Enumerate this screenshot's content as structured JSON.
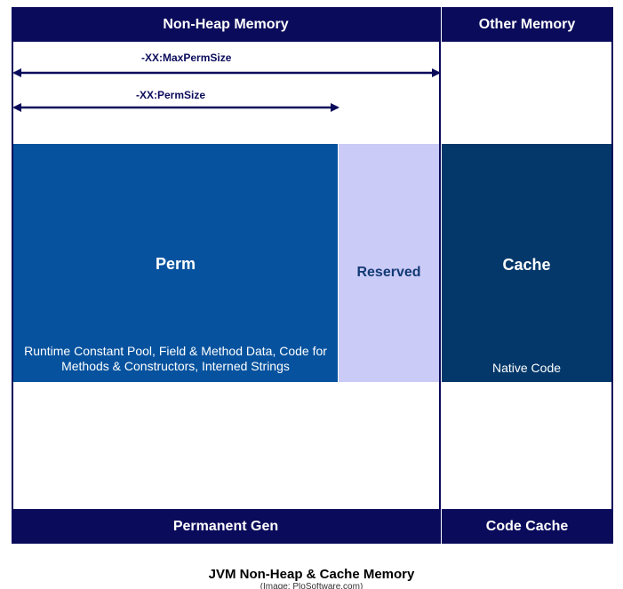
{
  "headers": {
    "non_heap": "Non-Heap Memory",
    "other": "Other Memory"
  },
  "arrows": {
    "max_perm_size": "-XX:MaxPermSize",
    "perm_size": "-XX:PermSize"
  },
  "blocks": {
    "perm": {
      "title": "Perm",
      "description": "Runtime Constant Pool, Field & Method Data, Code for Methods & Constructors, Interned Strings",
      "color": "#06529e"
    },
    "reserved": {
      "title": "Reserved",
      "color": "#cbcbf7",
      "text_color": "#123a75"
    },
    "cache": {
      "title": "Cache",
      "description": "Native Code",
      "color": "#04386a"
    }
  },
  "footers": {
    "permanent_gen": "Permanent Gen",
    "code_cache": "Code Cache"
  },
  "caption": {
    "title": "JVM Non-Heap & Cache Memory",
    "credit": "(Image: PloSoftware.com)"
  },
  "colors": {
    "frame": "#0b0b5c"
  }
}
